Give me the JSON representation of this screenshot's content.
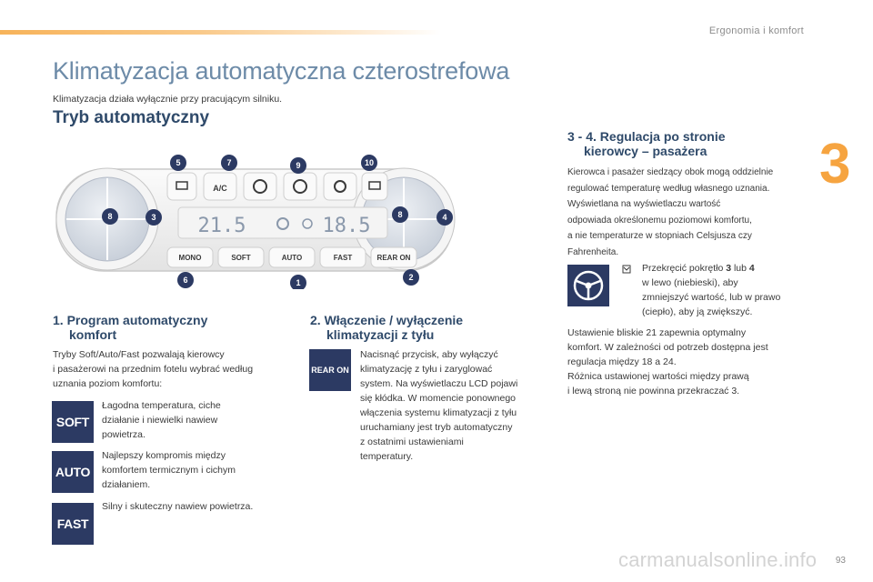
{
  "header": {
    "section": "Ergonomia i komfort",
    "chapter": "3"
  },
  "title": "Klimatyzacja automatyczna czterostrefowa",
  "intro": "Klimatyzacja działa wyłącznie przy pracującym silniku.",
  "section_heading": "Tryb automatyczny",
  "panel": {
    "display_left": "21.5",
    "display_right": "18.5",
    "buttons": [
      "A/C",
      "MONO",
      "SOFT",
      "AUTO",
      "FAST",
      "REAR ON"
    ],
    "callouts": [
      "1",
      "2",
      "3",
      "4",
      "5",
      "6",
      "7",
      "8",
      "8",
      "9",
      "10"
    ],
    "colors": {
      "panel": "#f1f1f1",
      "knob": "#d9dee6",
      "callout": "#2c3a63",
      "display": "#8a98ab"
    }
  },
  "s1": {
    "heading_line1": "1. Program automatyczny",
    "heading_line2": "komfort",
    "lead1": "Tryby Soft/Auto/Fast pozwalają kierowcy",
    "lead2": "i pasażerowi na przednim fotelu wybrać według",
    "lead3": "uznania poziom komfortu:",
    "soft_icon": "SOFT",
    "soft1": "Łagodna temperatura, ciche",
    "soft2": "działanie i niewielki nawiew",
    "soft3": "powietrza.",
    "auto_icon": "AUTO",
    "auto1": "Najlepszy kompromis między",
    "auto2": "komfortem termicznym i cichym",
    "auto3": "działaniem.",
    "fast_icon": "FAST",
    "fast1": "Silny i skuteczny nawiew powietrza."
  },
  "s2": {
    "heading_line1": "2. Włączenie / wyłączenie",
    "heading_line2": "klimatyzacji z tyłu",
    "icon": "REAR ON",
    "lines": [
      "Nacisnąć przycisk, aby wyłączyć",
      "klimatyzację z tyłu i zaryglować",
      "system. Na wyświetlaczu LCD pojawi",
      "się kłódka. W momencie ponownego",
      "włączenia systemu klimatyzacji z tyłu",
      "uruchamiany jest tryb automatyczny",
      "z ostatnimi ustawieniami",
      "temperatury."
    ]
  },
  "s3": {
    "heading_line1": "3 - 4. Regulacja po stronie",
    "heading_line2": "kierowcy – pasażera",
    "lines": [
      "Kierowca i pasażer siedzący obok mogą oddzielnie",
      "regulować temperaturę według własnego uznania.",
      "Wyświetlana na wyświetlaczu wartość",
      "odpowiada określonemu poziomowi komfortu,",
      "a nie temperaturze w stopniach Celsjusza czy",
      "Fahrenheita."
    ],
    "bullet": "",
    "turn_pre": "Przekręcić pokrętło ",
    "turn_k3": "3",
    "turn_mid": " lub ",
    "turn_k4": "4",
    "turn2": "w lewo (niebieski), aby",
    "turn3": "zmniejszyć wartość, lub w prawo",
    "turn4": "(ciepło), aby ją zwiększyć.",
    "after": [
      "Ustawienie bliskie 21 zapewnia optymalny",
      "komfort. W zależności od potrzeb dostępna jest",
      "regulacja między 18 a 24.",
      "Różnica ustawionej wartości między prawą",
      "i lewą stroną nie powinna przekraczać 3."
    ]
  },
  "footer": {
    "page": "93",
    "watermark": "carmanualsonline.info"
  }
}
